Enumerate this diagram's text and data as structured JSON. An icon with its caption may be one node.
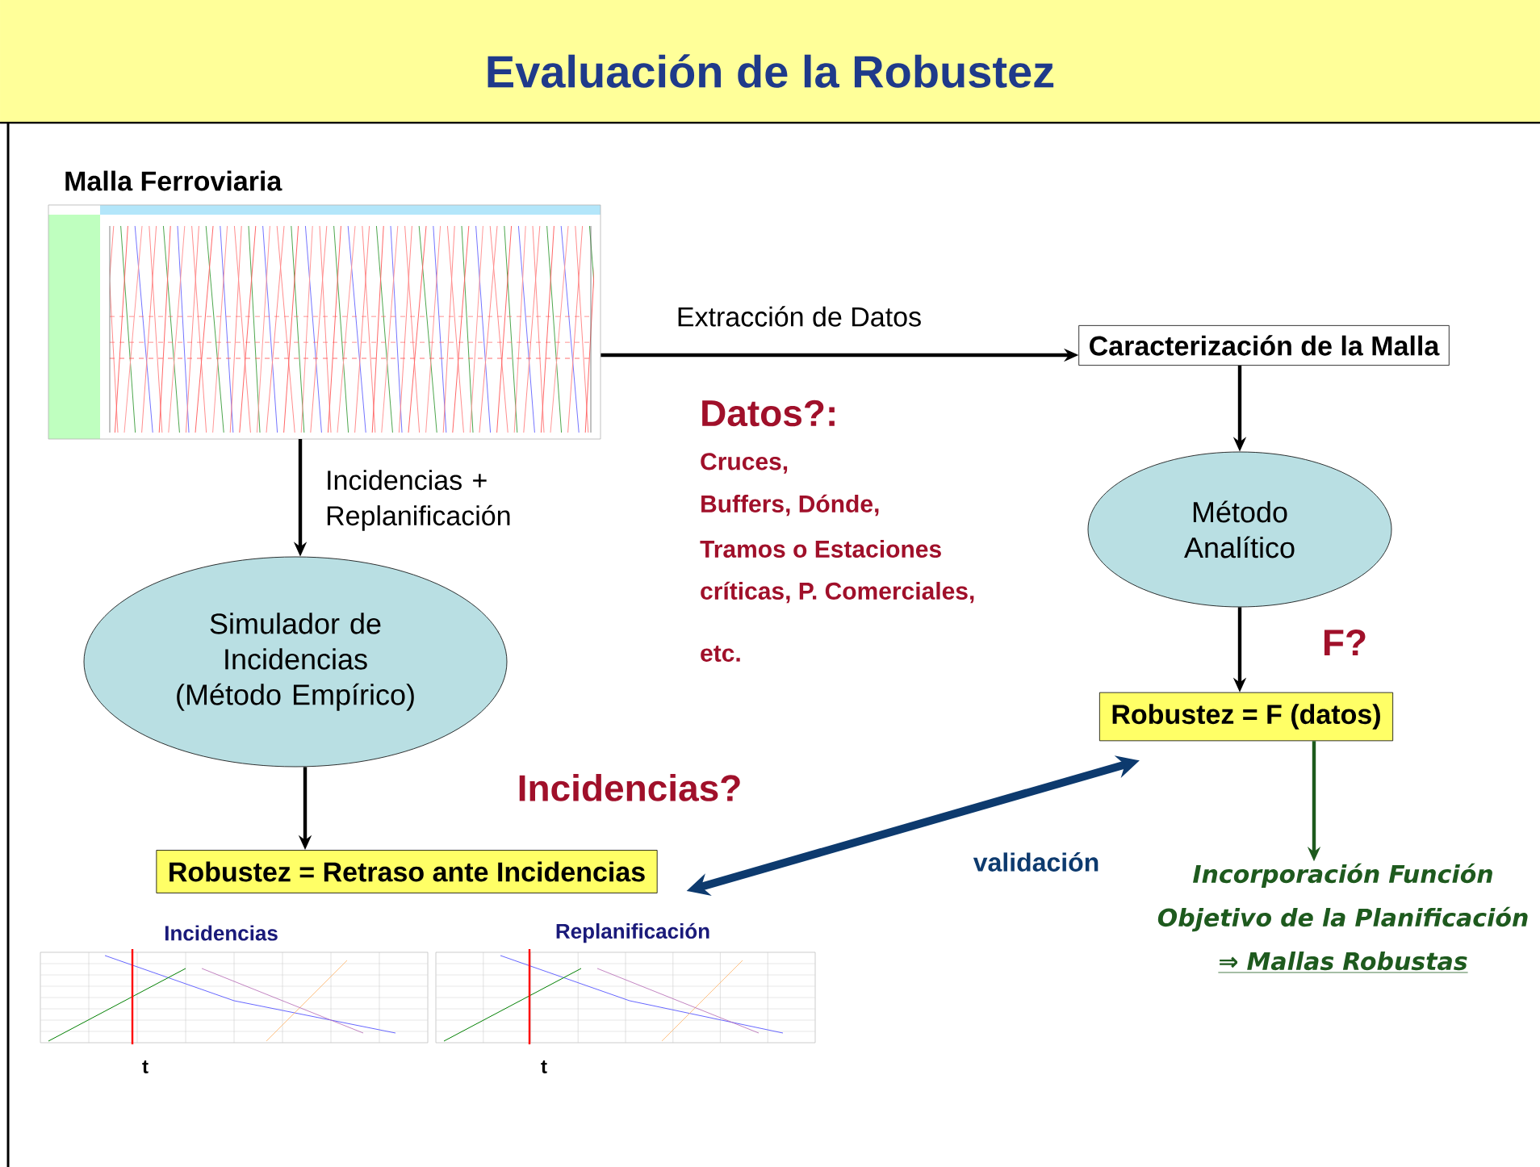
{
  "diagram": {
    "title": "Evaluación de la Robustez",
    "nodes": [
      {
        "text": [
          "Malla Ferroviaria"
        ]
      },
      {
        "text": [
          "Caracterización de la Malla"
        ]
      },
      {
        "text": [
          "Método Analítico"
        ]
      },
      {
        "text": [
          "Robustez = F (datos)"
        ]
      },
      {
        "text": [
          "Simulador de Incidencias (Método Empírico)"
        ]
      },
      {
        "text": [
          "Robustez = Retraso ante Incidencias"
        ]
      },
      {
        "text": [
          "Incorporación Función Objetivo de la Planificación",
          "⇒ Mallas Robustas"
        ]
      }
    ],
    "edges": [
      {
        "from": 0,
        "to": 1,
        "arrow": "to",
        "label": "Extracción de Datos"
      },
      {
        "from": 1,
        "to": 2,
        "arrow": "to"
      },
      {
        "from": 2,
        "to": 3,
        "arrow": "to"
      },
      {
        "from": 0,
        "to": 4,
        "arrow": "to",
        "label": "Incidencias + Replanificación"
      },
      {
        "from": 4,
        "to": 5,
        "arrow": "to"
      },
      {
        "from": 3,
        "to": 5,
        "arrow": "both",
        "label": "validación",
        "style": "thick",
        "color": "#0d3a6e"
      },
      {
        "from": 3,
        "to": 6,
        "arrow": "to",
        "color": "#1e5a1e"
      }
    ],
    "labels": [
      "Datos?:",
      "Cruces,",
      "Buffers, Dónde,",
      "Tramos o Estaciones",
      "críticas, P. Comerciales,",
      "etc.",
      "F?",
      "Incidencias?",
      "Incidencias",
      "Replanificación",
      "t",
      "t"
    ]
  }
}
